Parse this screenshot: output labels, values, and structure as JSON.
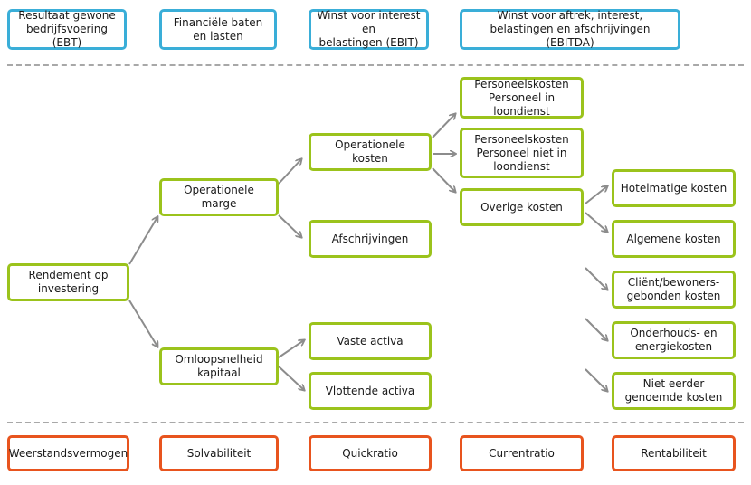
{
  "top_row": [
    {
      "text": "Resultaat gewone\nbedrijfsvoering (EBT)"
    },
    {
      "text": "Financiële baten\nen lasten"
    },
    {
      "text": "Winst voor interest en\nbelastingen (EBIT)"
    },
    {
      "text": "Winst voor aftrek, interest,\nbelastingen en afschrijvingen (EBITDA)"
    }
  ],
  "tree": {
    "root": "Rendement op\ninvestering",
    "operationele_marge": "Operationele marge",
    "omloopsnelheid": "Omloopsnelheid\nkapitaal",
    "operationele_kosten": "Operationele\nkosten",
    "afschrijvingen": "Afschrijvingen",
    "vaste_activa": "Vaste activa",
    "vlottende_activa": "Vlottende activa",
    "personeel_loondienst": "Personeelskosten\nPersoneel in loondienst",
    "personeel_niet_loondienst": "Personeelskosten\nPersoneel niet in\nloondienst",
    "overige_kosten": "Overige kosten",
    "hotelmatige_kosten": "Hotelmatige kosten",
    "algemene_kosten": "Algemene kosten",
    "client_kosten": "Cliënt/bewoners-\ngebonden kosten",
    "onderhoud_kosten": "Onderhouds- en\nenergiekosten",
    "niet_eerder": "Niet eerder\ngenoemde kosten"
  },
  "bottom_row": [
    {
      "text": "Weerstandsvermogen"
    },
    {
      "text": "Solvabiliteit"
    },
    {
      "text": "Quickratio"
    },
    {
      "text": "Currentratio"
    },
    {
      "text": "Rentabiliteit"
    }
  ],
  "colors": {
    "top_border": "#3aaed8",
    "tree_border": "#9bc31c",
    "bottom_border": "#e8541e",
    "arrow": "#8c8c8c",
    "divider": "#a8a8a8"
  }
}
